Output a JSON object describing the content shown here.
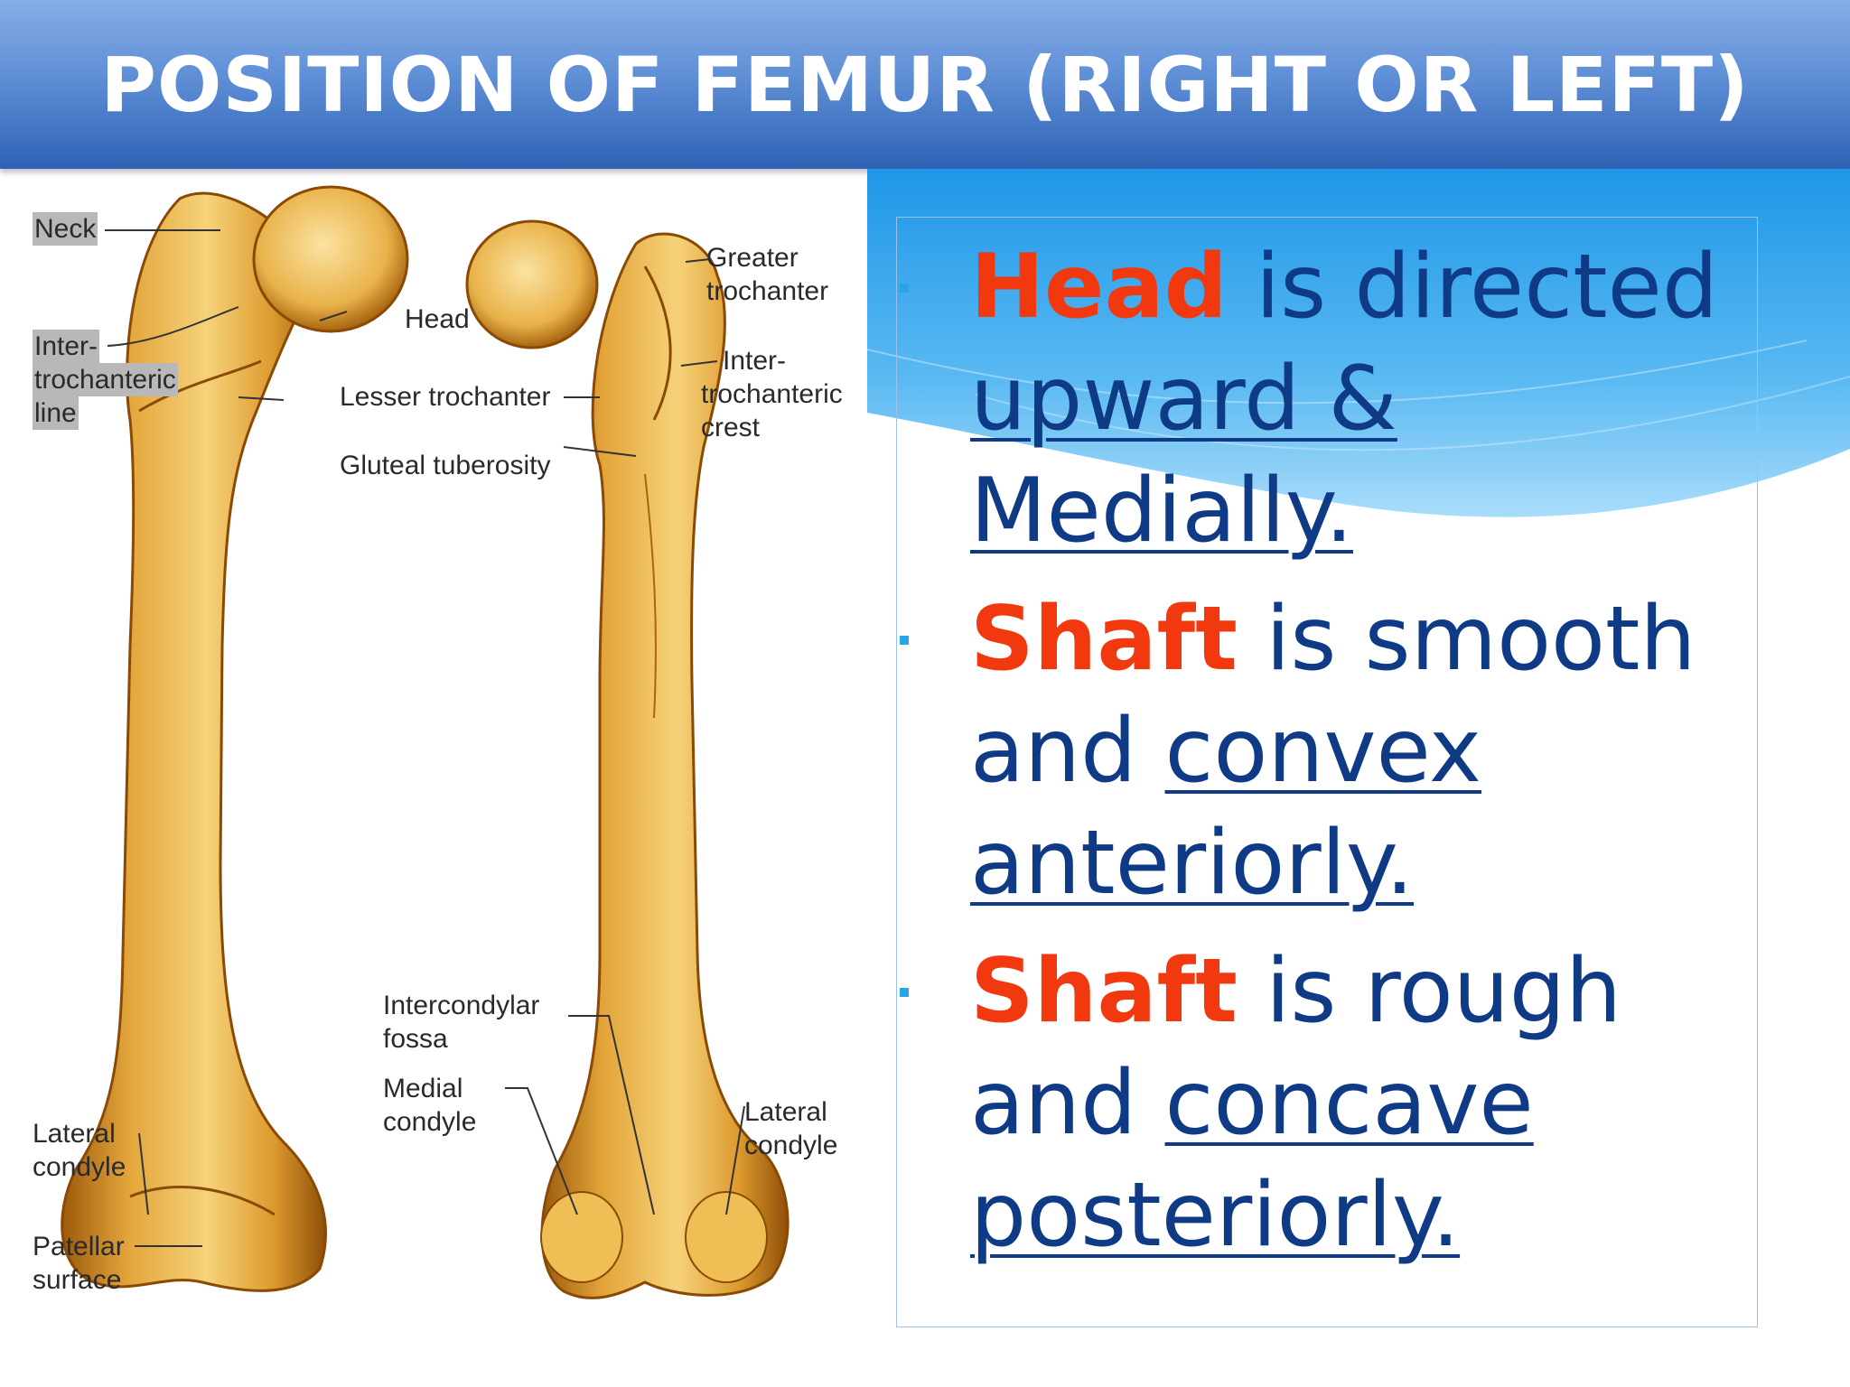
{
  "title": "POSITION OF FEMUR (RIGHT OR LEFT)",
  "diagram": {
    "labels": {
      "neck": "Neck",
      "head": "Head",
      "inter_line_1": "Inter-",
      "inter_line_2": "trochanteric",
      "inter_line_3": "line",
      "lesser_trochanter": "Lesser trochanter",
      "gluteal_tuberosity": "Gluteal tuberosity",
      "greater_1": "Greater",
      "greater_2": "trochanter",
      "crest_1": "Inter-",
      "crest_2": "trochanteric",
      "crest_3": "crest",
      "intercondylar_1": "Intercondylar",
      "intercondylar_2": "fossa",
      "medial_1": "Medial",
      "medial_2": "condyle",
      "lateral_left_1": "Lateral",
      "lateral_left_2": "condyle",
      "lateral_right_1": "Lateral",
      "lateral_right_2": "condyle",
      "patellar_1": "Patellar",
      "patellar_2": "surface"
    }
  },
  "points": [
    {
      "term": "Head",
      "text1": " is directed ",
      "u1": "upward &",
      "text2": " ",
      "u2": "Medially."
    },
    {
      "term": "Shaft",
      "text1": " is smooth and ",
      "u1": "convex",
      "text2": " ",
      "u2": "anteriorly."
    },
    {
      "term": "Shaft",
      "text1": " is rough and ",
      "u1": "concave",
      "text2": " ",
      "u2": "posteriorly."
    }
  ],
  "colors": {
    "term": "#f2380f",
    "body_text": "#0f3a86",
    "bullet": "#2aa3e8",
    "title_bar": "#4a7cc9",
    "bone": "#e9b94a"
  }
}
